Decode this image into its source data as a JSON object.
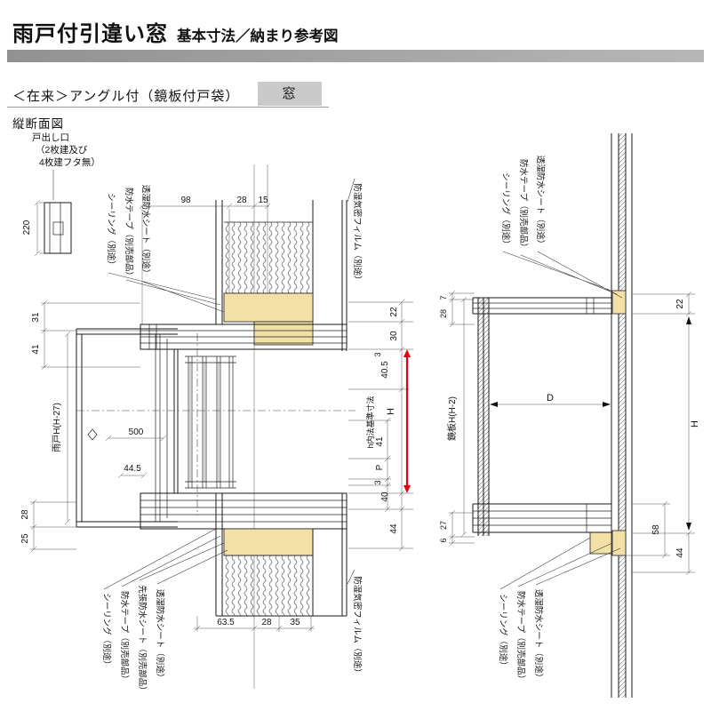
{
  "header": {
    "title": "雨戸付引違い窓",
    "subtitle": "基本寸法／納まり参考図"
  },
  "subheader": {
    "construction": "＜在来＞",
    "spec": "アングル付（鏡板付戸袋）",
    "tab": "窓"
  },
  "section_label": "縦断面図",
  "note": {
    "line1": "戸出し口",
    "line2": "（2枚建及び",
    "line3": "4枚建フタ無）"
  },
  "left": {
    "dims": {
      "d220": "220",
      "d98": "98",
      "d28_top": "28",
      "d15_top": "15",
      "d31": "31",
      "d41_left": "41",
      "d500": "500",
      "d44_5": "44.5",
      "amado_h": "雨戸H(H-27)",
      "d28_bl": "28",
      "d25": "25",
      "d63_5": "63.5",
      "d28_bottom": "28",
      "d35": "35",
      "d22": "22",
      "d30": "30",
      "d3_top": "3",
      "d40_5": "40.5",
      "h_label": "H",
      "uchinori": "h内法基準寸法",
      "d41_right": "41",
      "p_label": "P",
      "d3_bottom": "3",
      "d40": "40",
      "d44": "44"
    },
    "callouts_top": [
      "シーリング（別途）",
      "防水テープ（別売部品）",
      "透湿防水シート（別途）",
      "防湿気密フィルム（別途）"
    ],
    "callouts_bottom": [
      "シーリング（別途）",
      "防水テープ（別売部品）",
      "先張防水シート（別売部品）",
      "透湿防水シート（別途）",
      "防湿気密フィルム（別途）"
    ]
  },
  "right": {
    "dims": {
      "d7": "7",
      "d28_top": "28",
      "d22": "22",
      "d_label": "D",
      "h_label": "H",
      "kagami_h": "鏡板H(H-2)",
      "d27": "27",
      "d6": "6",
      "d58": "58",
      "d44": "44"
    },
    "callouts_top": [
      "シーリング（別途）",
      "防水テープ（別売部品）",
      "透湿防水シート（別途）"
    ],
    "callouts_bottom": [
      "シーリング（別途）",
      "防水テープ（別売部品）",
      "透湿防水シート（別途）"
    ]
  },
  "colors": {
    "accent_red": "#e60012",
    "wood": "#f2e0a6",
    "bar": "#a3a3a3",
    "tab_bg": "#cacaca"
  }
}
